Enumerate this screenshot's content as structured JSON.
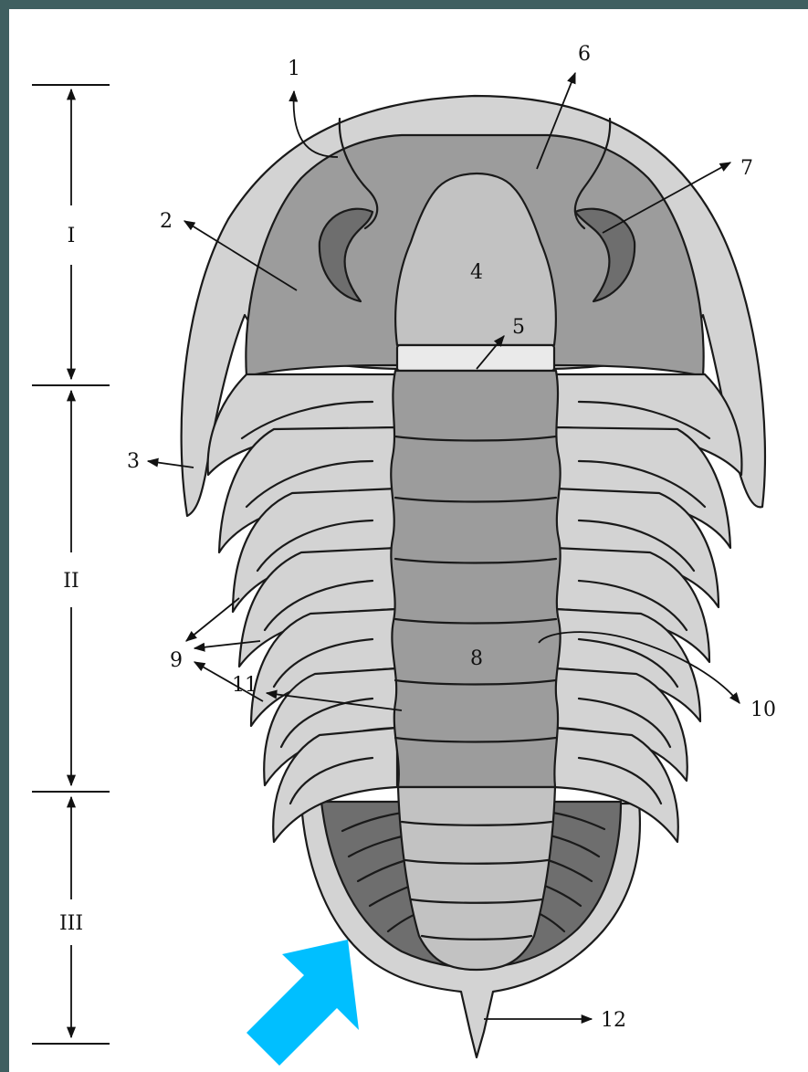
{
  "labels": {
    "l1": "1",
    "l2": "2",
    "l3": "3",
    "l4": "4",
    "l5": "5",
    "l6": "6",
    "l7": "7",
    "l8": "8",
    "l9": "9",
    "l10": "10",
    "l11": "11",
    "l12": "12"
  },
  "regions": {
    "r1": "I",
    "r2": "II",
    "r3": "III"
  },
  "colors": {
    "frame_bg": "#3f5f60",
    "light_gray": "#d3d3d3",
    "mid_gray": "#9c9c9c",
    "dark_gray": "#6e6e6e",
    "axis_gray": "#b9b9b9",
    "arrow_blue": "#00bfff"
  }
}
